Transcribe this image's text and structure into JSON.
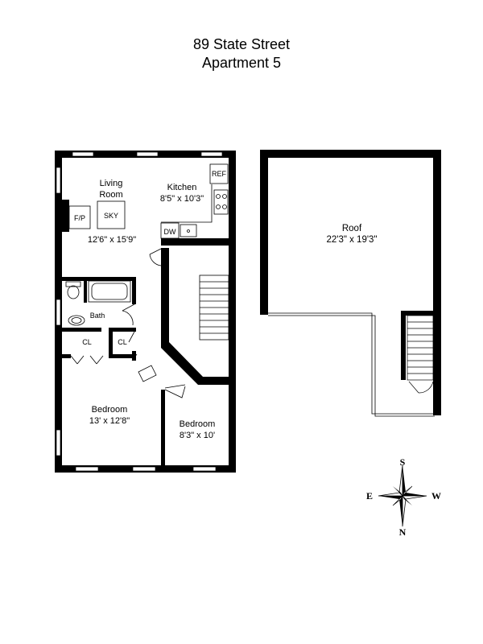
{
  "title": {
    "address": "89 State Street",
    "unit": "Apartment 5"
  },
  "rooms": {
    "living_room": {
      "name_line1": "Living",
      "name_line2": "Room",
      "dims": "12'6\" x 15'9\""
    },
    "kitchen": {
      "name": "Kitchen",
      "dims": "8'5\" x 10'3\""
    },
    "bedroom_main": {
      "name": "Bedroom",
      "dims": "13' x 12'8\""
    },
    "bedroom_small": {
      "name": "Bedroom",
      "dims": "8'3\" x 10'"
    },
    "bath": {
      "name": "Bath"
    },
    "roof": {
      "name": "Roof",
      "dims": "22'3\" x 19'3\""
    }
  },
  "fixtures": {
    "fireplace": "F/P",
    "skylight": "SKY",
    "refrigerator": "REF",
    "dishwasher": "DW",
    "closet_1": "CL",
    "closet_2": "CL"
  },
  "compass": {
    "north": "N",
    "south": "S",
    "east": "E",
    "west": "W"
  },
  "colors": {
    "wall": "#000000",
    "window": "#ffffff",
    "background": "#ffffff"
  }
}
